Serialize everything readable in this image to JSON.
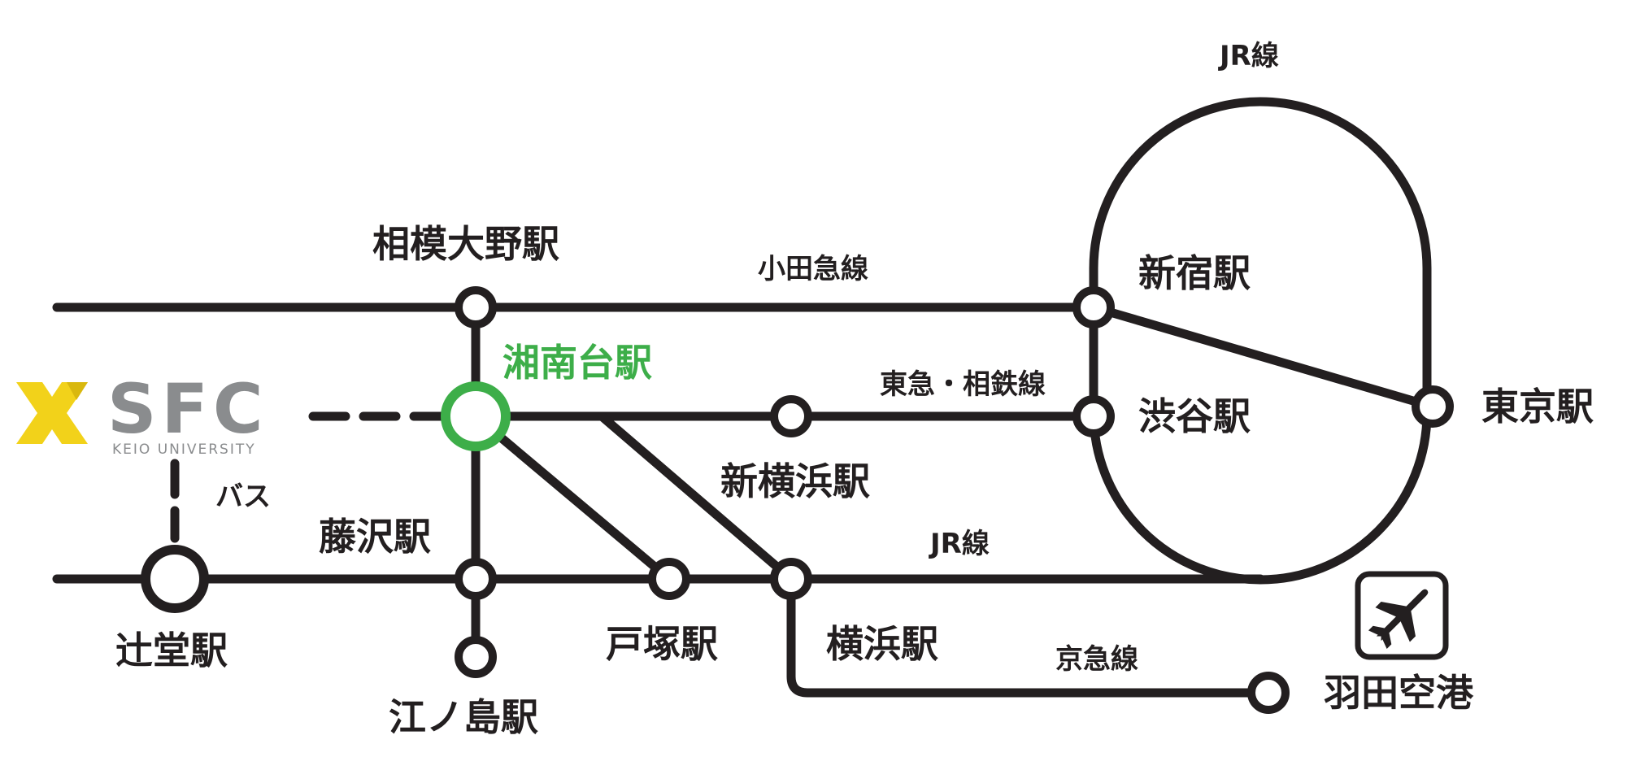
{
  "colors": {
    "line": "#231f20",
    "highlight": "#3dae49",
    "logo_gray": "#8a8c8e",
    "logo_yellow": "#f2d21a"
  },
  "stations": {
    "sagami_ono": "相模大野駅",
    "shonandai": "湘南台駅",
    "shinjuku": "新宿駅",
    "shibuya": "渋谷駅",
    "tokyo": "東京駅",
    "shin_yokohama": "新横浜駅",
    "fujisawa": "藤沢駅",
    "tsujido": "辻堂駅",
    "enoshima": "江ノ島駅",
    "totsuka": "戸塚駅",
    "yokohama": "横浜駅",
    "haneda": "羽田空港"
  },
  "lines": {
    "jr_top": "JR線",
    "odakyu": "小田急線",
    "tokyu_sotetsu": "東急・相鉄線",
    "bus": "バス",
    "jr_bottom": "JR線",
    "keikyu": "京急線"
  },
  "logo": {
    "name": "SFC",
    "subtitle": "KEIO UNIVERSITY",
    "icon": "sfc-x-logo-icon"
  },
  "icons": {
    "airport": "airplane-icon"
  }
}
